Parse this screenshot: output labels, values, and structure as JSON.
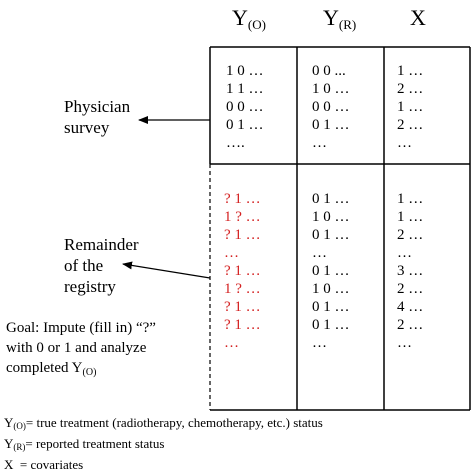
{
  "headers": {
    "y_obs": {
      "main": "Y",
      "sub": "(O)"
    },
    "y_rep": {
      "main": "Y",
      "sub": "(R)"
    },
    "x": "X"
  },
  "survey_rows": {
    "y_obs": [
      "1 0 …",
      "1 1 …",
      "0 0 …",
      "0 1 …",
      "…."
    ],
    "y_rep": [
      "0 0 ...",
      "1 0 …",
      "0 0 …",
      "0 1 …",
      "…"
    ],
    "x": [
      "1 …",
      "2 …",
      "1 …",
      "2 …",
      "…"
    ]
  },
  "registry_rows": {
    "y_obs": [
      "? 1 …",
      "1 ? …",
      "? 1 …",
      "…",
      "? 1 …",
      "1 ? …",
      "? 1 …",
      "? 1 …",
      "…"
    ],
    "y_rep": [
      "0 1 …",
      "1 0 …",
      "0 1 …",
      "…",
      "0 1 …",
      "1 0 …",
      "0 1 …",
      "0 1 …",
      "…"
    ],
    "x": [
      "1 …",
      "1 …",
      "2 …",
      "…",
      "3 …",
      "2 …",
      "4 …",
      "2 …",
      "…"
    ]
  },
  "labels": {
    "physician_line1": "Physician",
    "physician_line2": "survey",
    "remainder_line1": "Remainder",
    "remainder_line2": "of the",
    "remainder_line3": "registry"
  },
  "goal": {
    "line1": "Goal: Impute (fill in) “?”",
    "line2": "with 0 or 1 and analyze",
    "line3_main": "completed Y",
    "line3_sub": "(O)"
  },
  "notes": {
    "y_obs": {
      "main": "Y",
      "sub": "(O)",
      "text": "= true treatment (radiotherapy, chemotherapy, etc.) status"
    },
    "y_rep": {
      "main": "Y",
      "sub": "(R)",
      "text": "= reported treatment status"
    },
    "x": "X  = covariates"
  },
  "colors": {
    "missing_red": "#d42020",
    "line": "#000000"
  }
}
